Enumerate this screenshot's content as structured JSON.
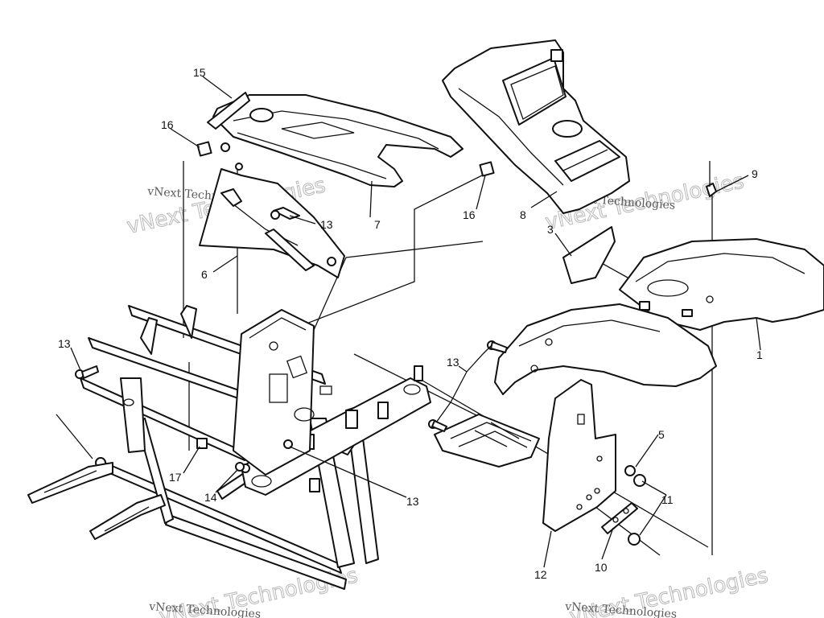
{
  "callouts": {
    "c1": "1",
    "c3": "3",
    "c5": "5",
    "c6": "6",
    "c7": "7",
    "c8": "8",
    "c9": "9",
    "c10": "10",
    "c11": "11",
    "c12": "12",
    "c13a": "13",
    "c13b": "13",
    "c13c": "13",
    "c13d": "13",
    "c14": "14",
    "c15": "15",
    "c16a": "16",
    "c16b": "16",
    "c17": "17"
  },
  "watermarks": {
    "label": "vNext Technologies",
    "logo": "vNext Technologies"
  },
  "colors": {
    "ink": "#111111",
    "background": "#ffffff",
    "watermark": "#b8b8b8"
  }
}
